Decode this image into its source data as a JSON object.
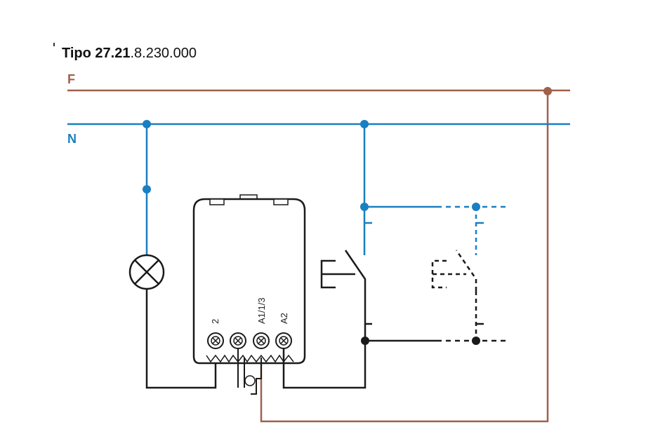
{
  "header": {
    "title_bold": "Tipo 27.21",
    "title_rest": ".8.230.000"
  },
  "lines": {
    "phase_label": "F",
    "neutral_label": "N"
  },
  "relay": {
    "terminal_labels": [
      "2",
      "A1/1/3",
      "A2"
    ]
  },
  "colors": {
    "phase": "#a0604a",
    "neutral": "#1a7fc1",
    "wire": "#1a1a1a"
  }
}
